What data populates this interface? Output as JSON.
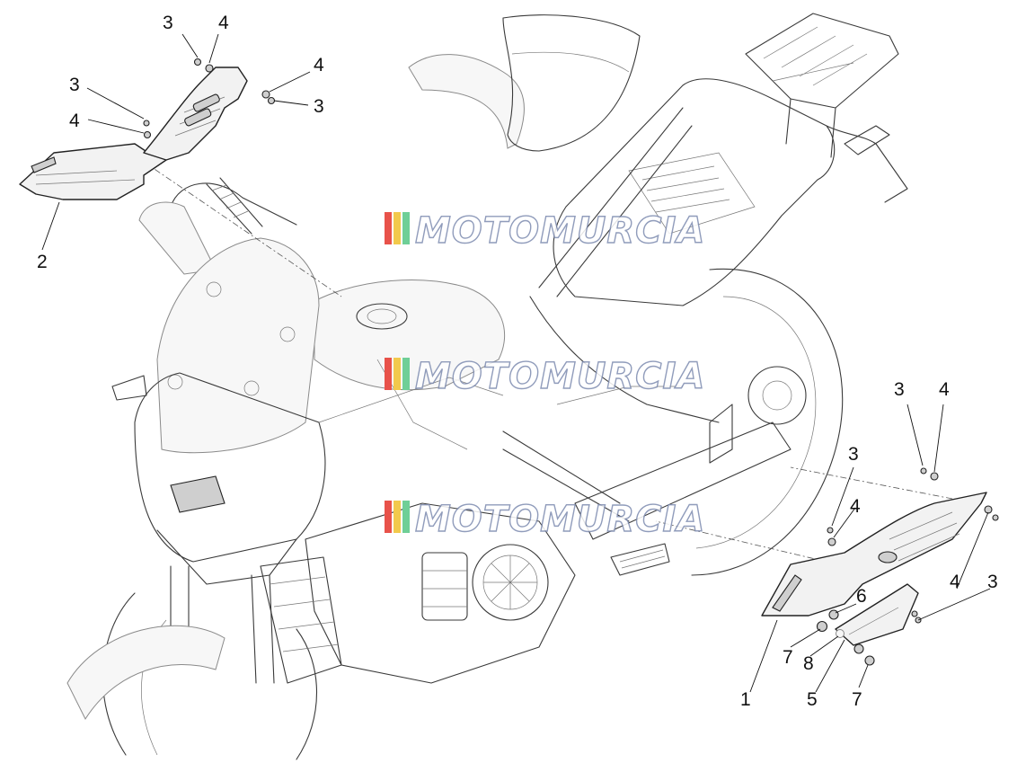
{
  "watermark": {
    "text": "MOTOMURCIA",
    "stripe_colors": [
      "#e8524a",
      "#f2c94c",
      "#6fcf97"
    ]
  },
  "callouts": [
    {
      "id": "c3a",
      "label": "3"
    },
    {
      "id": "c4a",
      "label": "4"
    },
    {
      "id": "c3b",
      "label": "3"
    },
    {
      "id": "c4b",
      "label": "4"
    },
    {
      "id": "c4c",
      "label": "4"
    },
    {
      "id": "c3c",
      "label": "3"
    },
    {
      "id": "c2",
      "label": "2"
    },
    {
      "id": "c3d",
      "label": "3"
    },
    {
      "id": "c4d",
      "label": "4"
    },
    {
      "id": "c3e",
      "label": "3"
    },
    {
      "id": "c4e",
      "label": "4"
    },
    {
      "id": "c4f",
      "label": "4"
    },
    {
      "id": "c3f",
      "label": "3"
    },
    {
      "id": "c6",
      "label": "6"
    },
    {
      "id": "c7a",
      "label": "7"
    },
    {
      "id": "c8",
      "label": "8"
    },
    {
      "id": "c1",
      "label": "1"
    },
    {
      "id": "c5",
      "label": "5"
    },
    {
      "id": "c7b",
      "label": "7"
    }
  ]
}
